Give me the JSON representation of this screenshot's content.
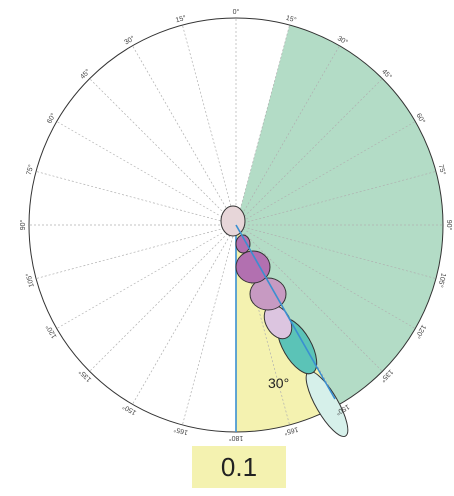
{
  "dial": {
    "left_labels": [
      "0°",
      "15°",
      "30°",
      "45°",
      "60°",
      "75°",
      "90°",
      "105°",
      "120°",
      "135°",
      "150°",
      "165°",
      "180°"
    ],
    "right_labels": [
      "15°",
      "30°",
      "45°",
      "60°",
      "75°",
      "90°",
      "105°",
      "120°",
      "135°",
      "150°",
      "165°"
    ],
    "angle_label": "30°"
  },
  "colors": {
    "green_sector": "#b3dcc6",
    "yellow_sector": "#f4f2b0",
    "blue_line": "#3a8fd0",
    "grid": "#b0b0b0",
    "outline": "#333333",
    "blob_light": "#e7d6d9",
    "blob_purple": "#b270b0",
    "blob_mauve": "#c79ac2",
    "blob_lilac": "#dcc5e0",
    "blob_teal": "#5bc3b7",
    "blob_pale_teal": "#d6f0ea"
  },
  "value_box": {
    "value": "0.1"
  }
}
